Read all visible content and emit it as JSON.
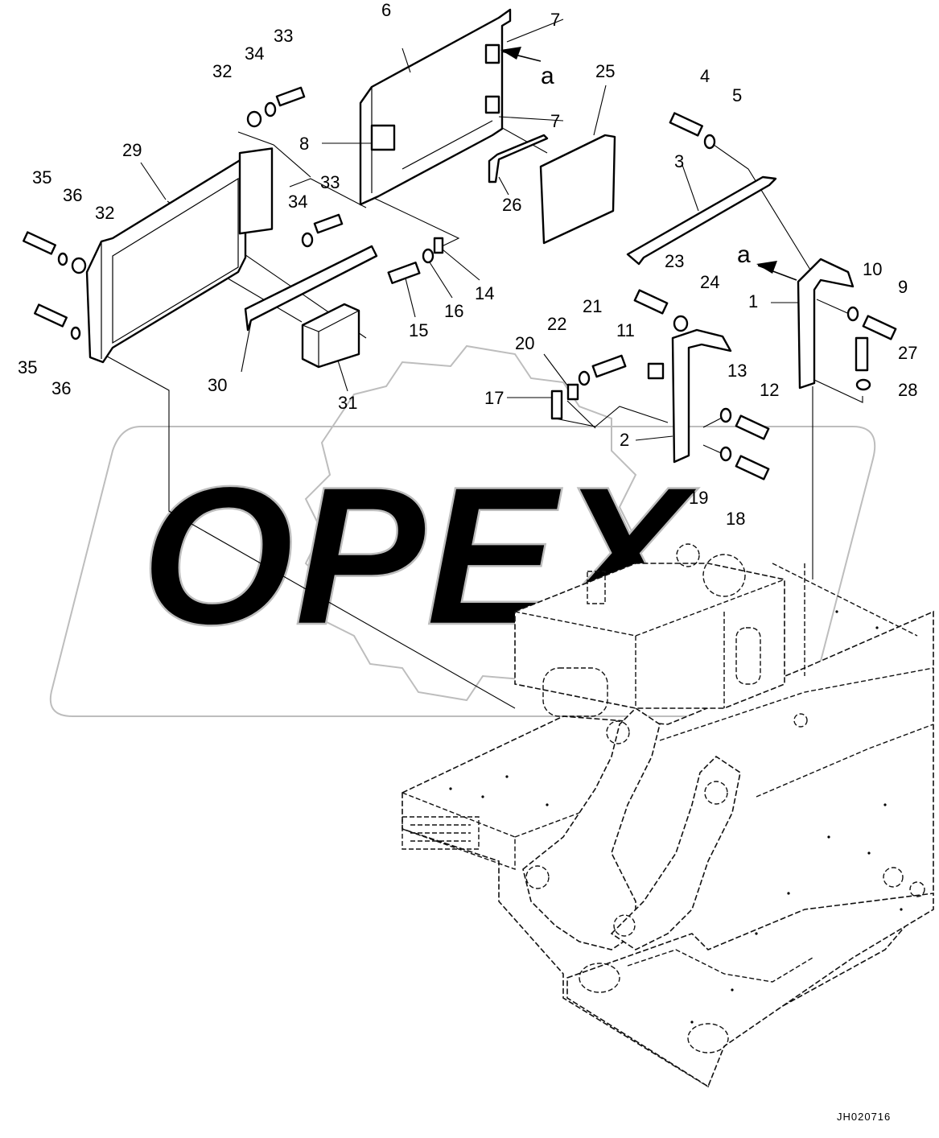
{
  "diagram": {
    "drawing_code": "JH020716",
    "watermark": "OPEX",
    "arrow_marker": "a",
    "callouts": {
      "c1": "1",
      "c2": "2",
      "c3": "3",
      "c4": "4",
      "c5": "5",
      "c6": "6",
      "c7a": "7",
      "c7b": "7",
      "c8": "8",
      "c9": "9",
      "c10": "10",
      "c11": "11",
      "c12": "12",
      "c13": "13",
      "c14": "14",
      "c15": "15",
      "c16": "16",
      "c17": "17",
      "c18": "18",
      "c19": "19",
      "c20": "20",
      "c21": "21",
      "c22": "22",
      "c23": "23",
      "c24": "24",
      "c25": "25",
      "c26": "26",
      "c27": "27",
      "c28": "28",
      "c29": "29",
      "c30": "30",
      "c31": "31",
      "c32a": "32",
      "c32b": "32",
      "c33a": "33",
      "c33b": "33",
      "c34a": "34",
      "c34b": "34",
      "c35a": "35",
      "c35b": "35",
      "c36a": "36",
      "c36b": "36"
    }
  }
}
